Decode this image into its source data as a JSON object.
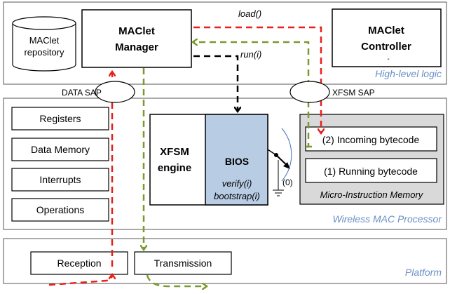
{
  "layers": {
    "high_level": {
      "label": "High-level logic"
    },
    "processor": {
      "label": "Wireless MAC Processor"
    },
    "platform": {
      "label": "Platform"
    }
  },
  "high_level": {
    "repository": {
      "line1": "MAClet",
      "line2": "repository"
    },
    "manager": {
      "line1": "MAClet",
      "line2": "Manager"
    },
    "controller": {
      "line1": "MAClet",
      "line2": "Controller",
      "dash": "-"
    }
  },
  "saps": {
    "data": "DATA SAP",
    "xfsm": "XFSM SAP"
  },
  "calls": {
    "load": "load()",
    "run": "run(i)"
  },
  "processor": {
    "components": [
      "Registers",
      "Data Memory",
      "Interrupts",
      "Operations"
    ],
    "xfsm_engine": {
      "line1": "XFSM",
      "line2": "engine"
    },
    "bios": {
      "title": "BIOS",
      "call1": "verify(i)",
      "call2": "bootstrap(i)"
    },
    "switch_label": "(0)",
    "memory": {
      "label": "Micro-Instruction Memory",
      "incoming": "(2) Incoming bytecode",
      "running": "(1) Running bytecode"
    }
  },
  "platform": {
    "reception": "Reception",
    "transmission": "Transmission"
  },
  "colors": {
    "red_flow": "#e8201c",
    "green_flow": "#7a9a2e",
    "black_flow": "#000000",
    "bios_fill": "#b8cce4",
    "memory_fill": "#d9d9d9",
    "layer_text": "#6a8fc7"
  }
}
